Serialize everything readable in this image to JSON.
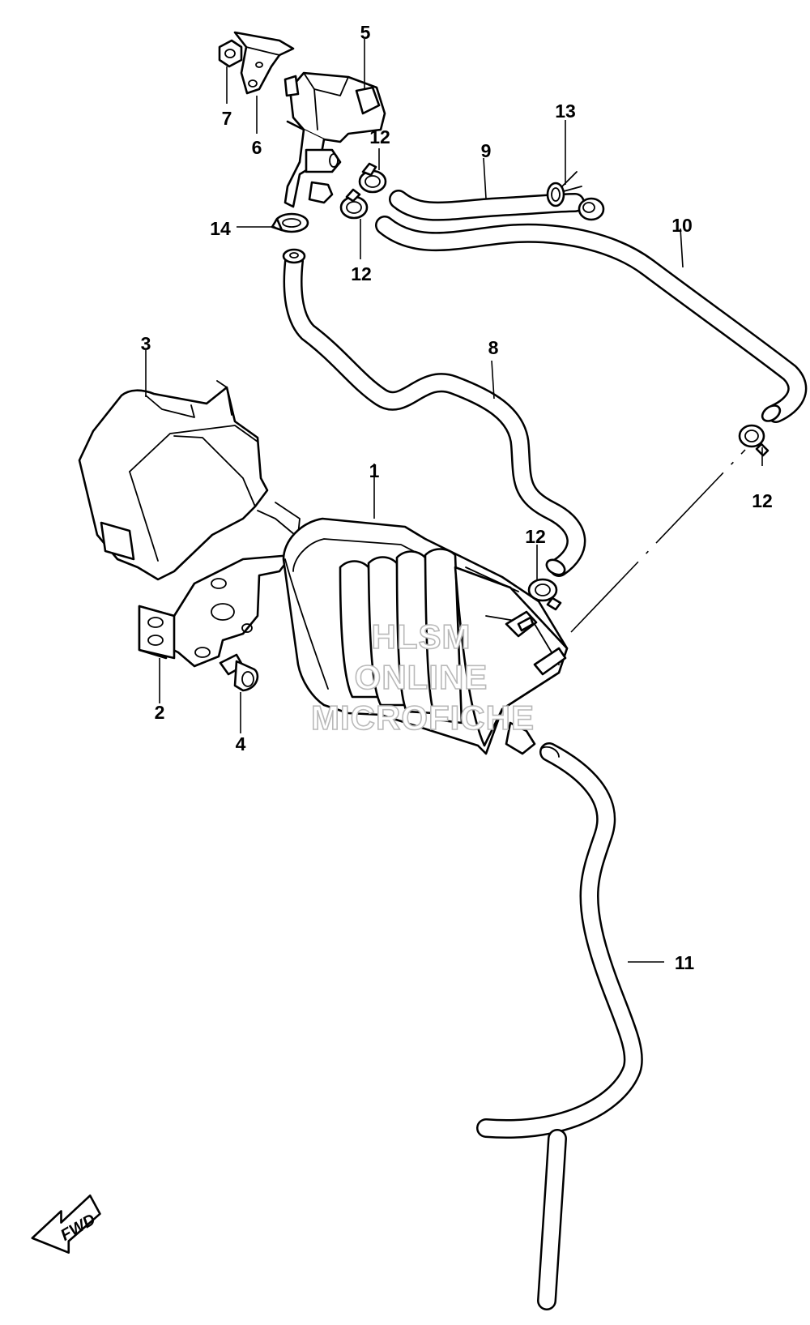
{
  "callouts": [
    {
      "id": "1",
      "label": "1"
    },
    {
      "id": "2",
      "label": "2"
    },
    {
      "id": "3",
      "label": "3"
    },
    {
      "id": "4",
      "label": "4"
    },
    {
      "id": "5",
      "label": "5"
    },
    {
      "id": "6",
      "label": "6"
    },
    {
      "id": "7",
      "label": "7"
    },
    {
      "id": "8",
      "label": "8"
    },
    {
      "id": "9",
      "label": "9"
    },
    {
      "id": "10",
      "label": "10"
    },
    {
      "id": "11",
      "label": "11"
    },
    {
      "id": "12a",
      "label": "12"
    },
    {
      "id": "12b",
      "label": "12"
    },
    {
      "id": "12c",
      "label": "12"
    },
    {
      "id": "12d",
      "label": "12"
    },
    {
      "id": "13",
      "label": "13"
    },
    {
      "id": "14",
      "label": "14"
    }
  ],
  "watermark": {
    "line1": "HLSM",
    "line2": "ONLINE",
    "line3": "MICROFICHE"
  },
  "direction_arrow": {
    "label": "FWD"
  }
}
